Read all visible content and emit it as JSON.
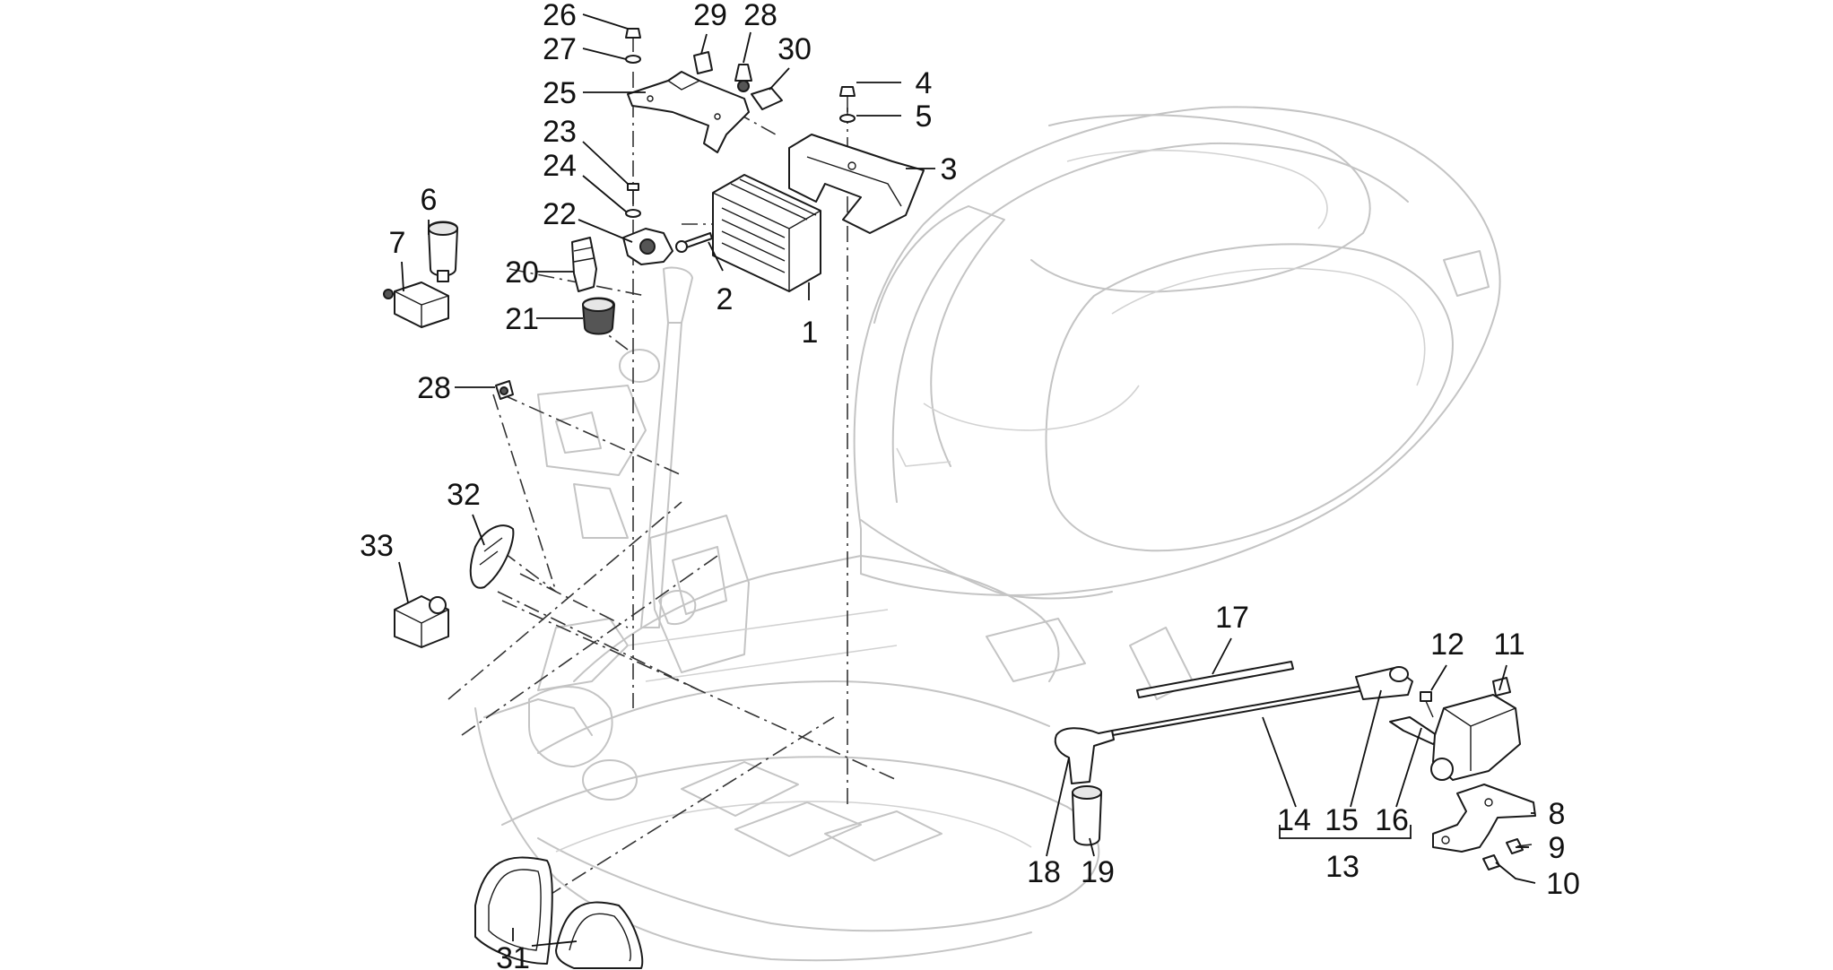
{
  "callouts": {
    "c1": "1",
    "c2": "2",
    "c3": "3",
    "c4": "4",
    "c5": "5",
    "c6": "6",
    "c7": "7",
    "c8": "8",
    "c9": "9",
    "c10": "10",
    "c11": "11",
    "c12": "12",
    "c13": "13",
    "c14": "14",
    "c15": "15",
    "c16": "16",
    "c17": "17",
    "c18": "18",
    "c19": "19",
    "c20": "20",
    "c21": "21",
    "c22": "22",
    "c23": "23",
    "c24": "24",
    "c25": "25",
    "c26": "26",
    "c27": "27",
    "c28a": "28",
    "c28b": "28",
    "c29": "29",
    "c30": "30",
    "c31": "31",
    "c32": "32",
    "c33": "33"
  }
}
